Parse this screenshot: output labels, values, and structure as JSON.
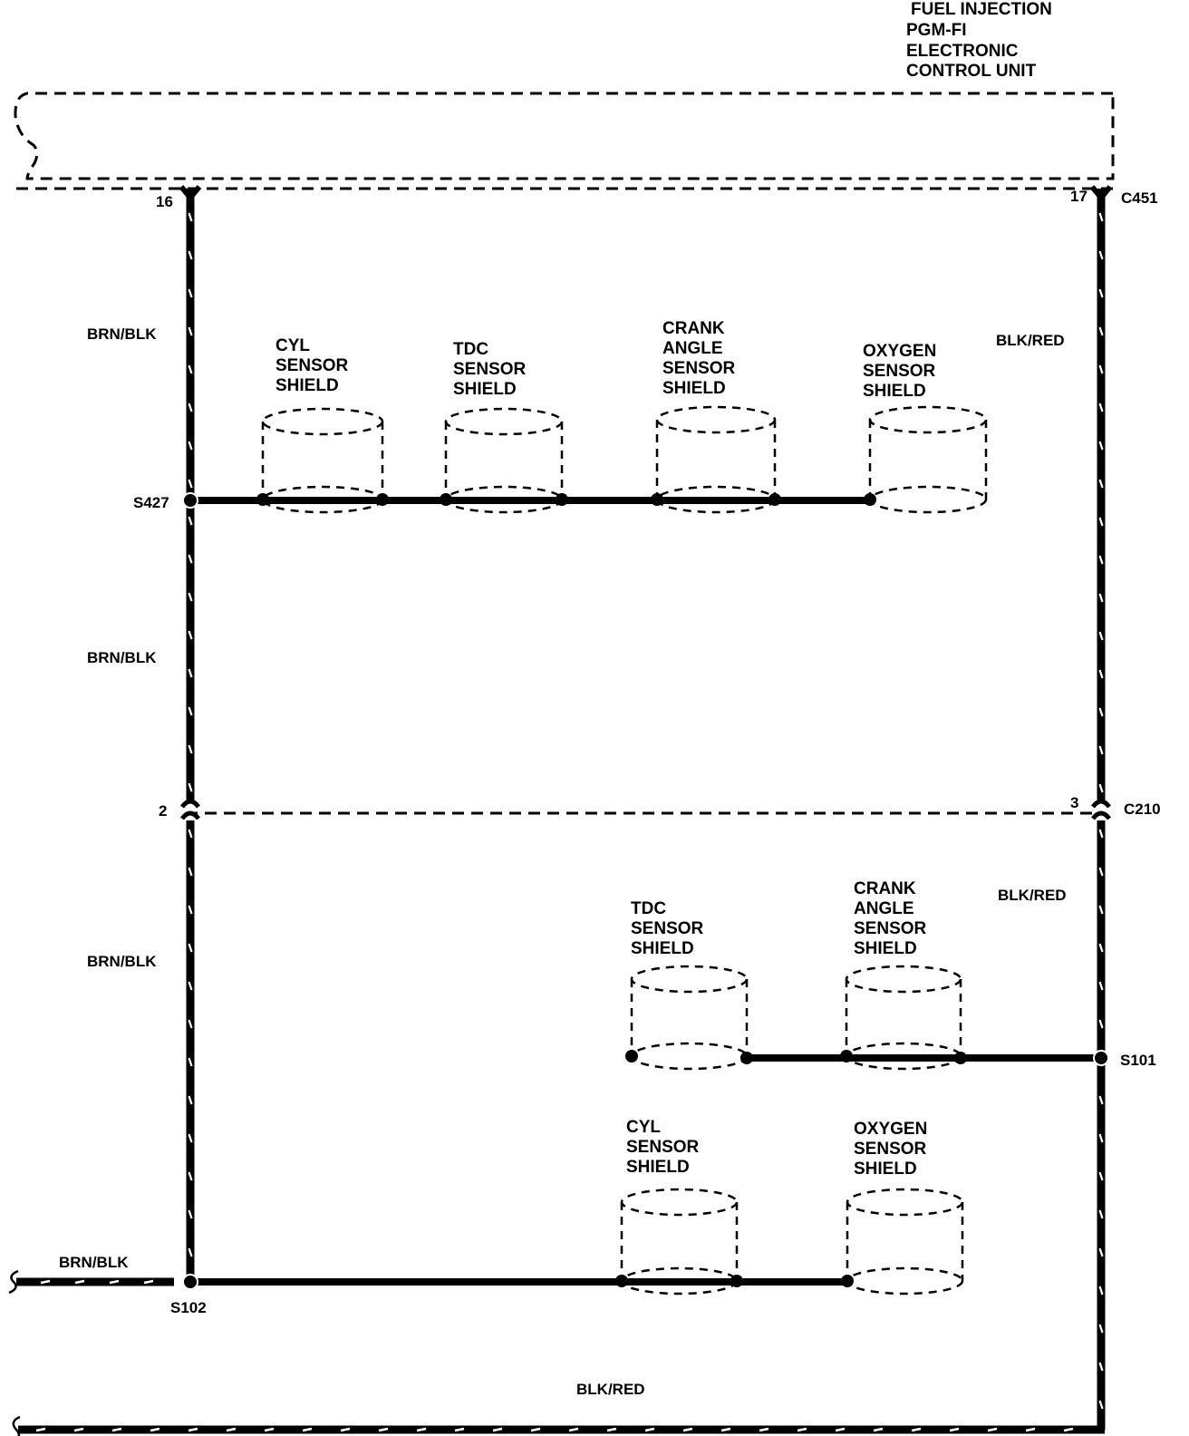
{
  "ecu": {
    "title_lines": [
      "FUEL INJECTION",
      "PGM-FI",
      "ELECTRONIC",
      "CONTROL UNIT"
    ]
  },
  "connectors": {
    "c451": "C451",
    "c451_pin_left": "16",
    "c451_pin_right": "17",
    "c210": "C210",
    "c210_pin_left": "2",
    "c210_pin_right": "3"
  },
  "splices": {
    "s427": "S427",
    "s101": "S101",
    "s102": "S102"
  },
  "wire_colors": {
    "brn_blk": "BRN/BLK",
    "blk_red": "BLK/RED"
  },
  "shields": {
    "upper": [
      {
        "lines": [
          "CYL",
          "SENSOR",
          "SHIELD"
        ]
      },
      {
        "lines": [
          "TDC",
          "SENSOR",
          "SHIELD"
        ]
      },
      {
        "lines": [
          "CRANK",
          "ANGLE",
          "SENSOR",
          "SHIELD"
        ]
      },
      {
        "lines": [
          "OXYGEN",
          "SENSOR",
          "SHIELD"
        ]
      }
    ],
    "middle": [
      {
        "lines": [
          "TDC",
          "SENSOR",
          "SHIELD"
        ]
      },
      {
        "lines": [
          "CRANK",
          "ANGLE",
          "SENSOR",
          "SHIELD"
        ]
      }
    ],
    "lower": [
      {
        "lines": [
          "CYL",
          "SENSOR",
          "SHIELD"
        ]
      },
      {
        "lines": [
          "OXYGEN",
          "SENSOR",
          "SHIELD"
        ]
      }
    ]
  }
}
